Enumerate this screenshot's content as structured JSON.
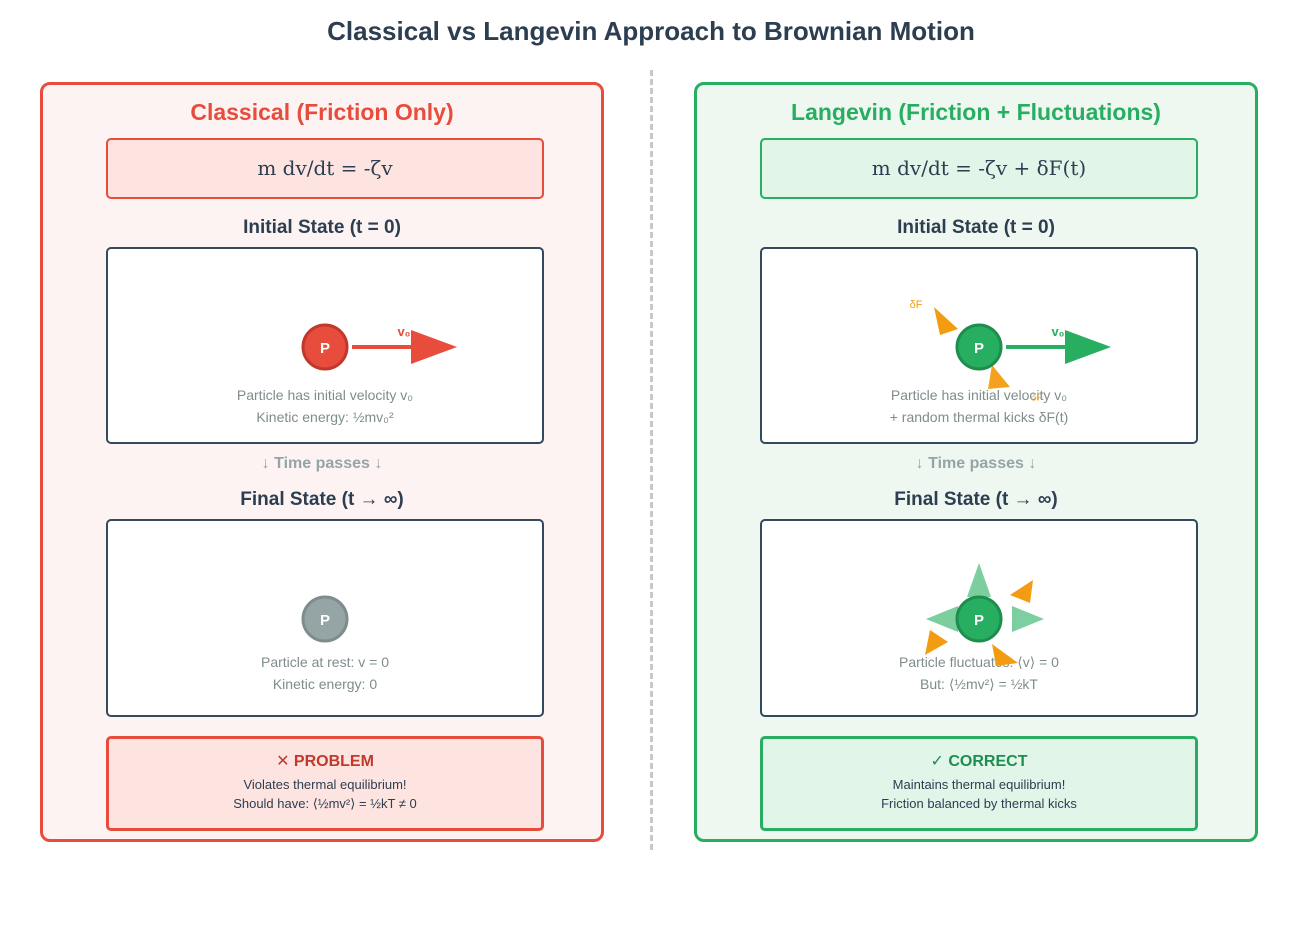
{
  "title": "Classical vs Langevin Approach to Brownian Motion",
  "colors": {
    "classical": "#e74c3c",
    "langevin": "#27ae60",
    "fluctuation": "#f39c12",
    "rest": "#95a5a6",
    "text": "#2c3e50"
  },
  "classical": {
    "title": "Classical (Friction Only)",
    "equation": "m dv/dt = -ζv",
    "initial_label": "Initial State (t = 0)",
    "particle_label": "P",
    "velocity_label": "v₀",
    "initial_caption_1": "Particle has initial velocity v₀",
    "initial_caption_2": "Kinetic energy: ½mv₀²",
    "time_passes": "↓ Time passes ↓",
    "final_label": "Final State (t → ∞)",
    "final_caption_1": "Particle at rest: v = 0",
    "final_caption_2": "Kinetic energy: 0",
    "verdict_title": "✕ PROBLEM",
    "verdict_line_1": "Violates thermal equilibrium!",
    "verdict_line_2": "Should have: ⟨½mv²⟩ = ½kT ≠ 0"
  },
  "langevin": {
    "title": "Langevin (Friction + Fluctuations)",
    "equation": "m dv/dt = -ζv + δF(t)",
    "initial_label": "Initial State (t = 0)",
    "particle_label": "P",
    "velocity_label": "v₀",
    "force_label_1": "δF",
    "force_label_2": "δF",
    "initial_caption_1": "Particle has initial velocity v₀",
    "initial_caption_2": "+ random thermal kicks δF(t)",
    "time_passes": "↓ Time passes ↓",
    "final_label": "Final State (t → ∞)",
    "final_caption_1": "Particle fluctuates: ⟨v⟩ = 0",
    "final_caption_2": "But: ⟨½mv²⟩ = ½kT",
    "verdict_title": "✓ CORRECT",
    "verdict_line_1": "Maintains thermal equilibrium!",
    "verdict_line_2": "Friction balanced by thermal kicks"
  }
}
